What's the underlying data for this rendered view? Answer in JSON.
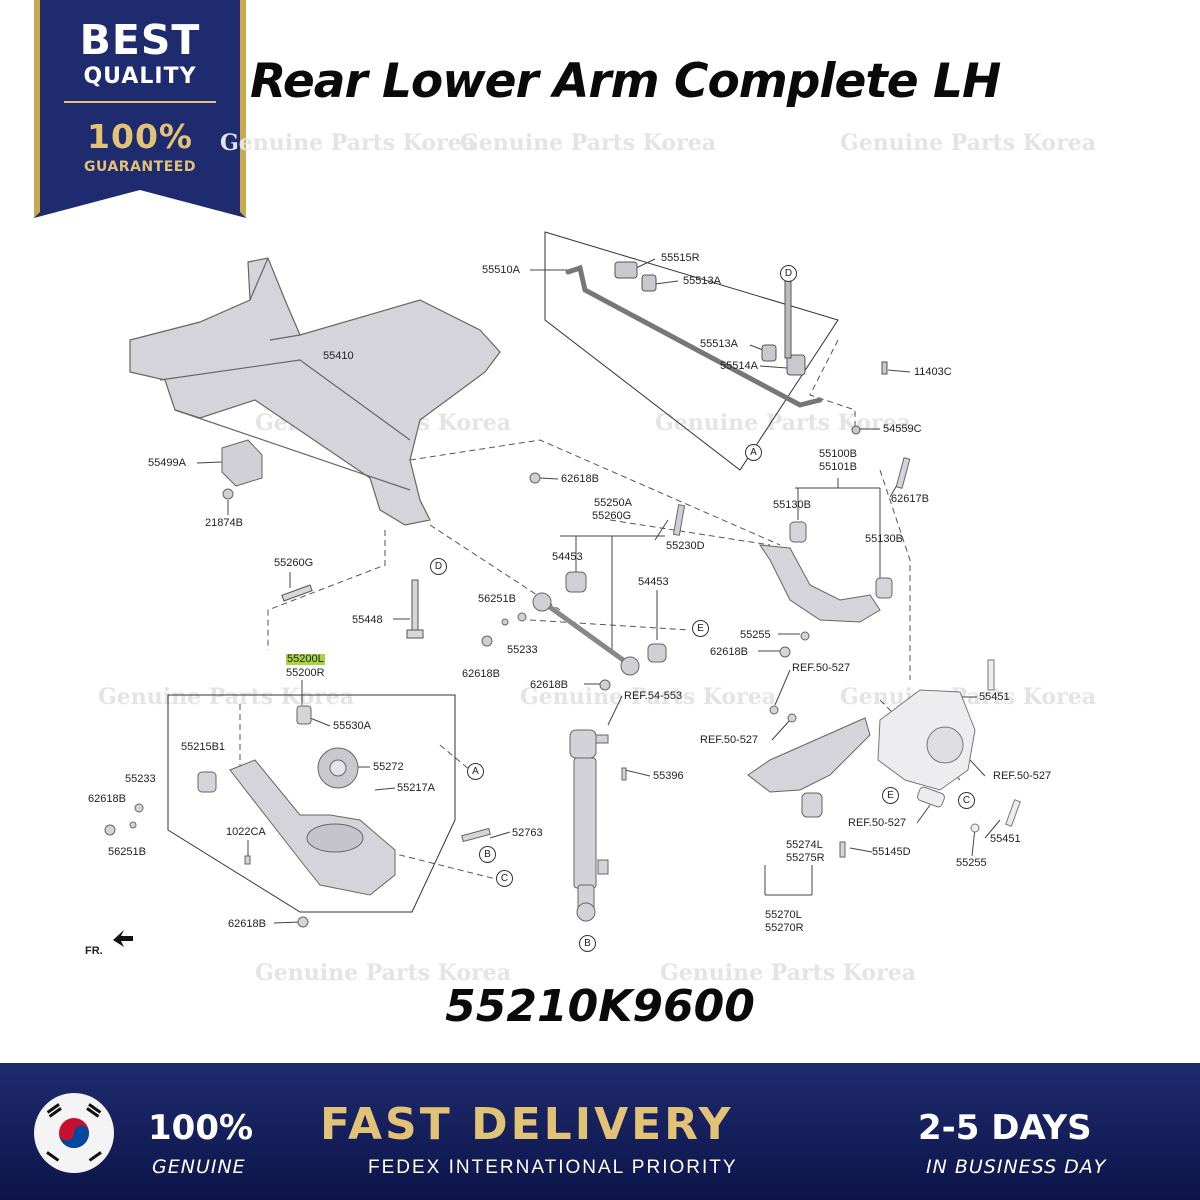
{
  "badge": {
    "line1": "BEST",
    "line2": "QUALITY",
    "line3": "100%",
    "line4": "GUARANTEED"
  },
  "title": "Rear Lower Arm Complete LH",
  "watermark": "Genuine Parts Korea",
  "part_number": "55210K9600",
  "callouts": [
    "55510A",
    "55515R",
    "55513A",
    "55513A",
    "55514A",
    "11403C",
    "54559C",
    "55410",
    "55499A",
    "21874B",
    "62618B",
    "55100B",
    "55101B",
    "62617B",
    "55130B",
    "55130B",
    "55250A",
    "55260G",
    "55230D",
    "54453",
    "54453",
    "55260G",
    "56251B",
    "55233",
    "62618B",
    "55448",
    "55255",
    "62618B",
    "62618B",
    "REF.54-553",
    "55200L",
    "55200R",
    "55530A",
    "REF.50-527",
    "REF.50-527",
    "55451",
    "55215B1",
    "55272",
    "55233",
    "55217A",
    "55396",
    "62618B",
    "56251B",
    "1022CA",
    "52763",
    "REF.50-527",
    "REF.50-527",
    "55274L",
    "55275R",
    "55145D",
    "55451",
    "55255",
    "62618B",
    "55270L",
    "55270R",
    "FR."
  ],
  "markers": [
    "D",
    "D",
    "A",
    "E",
    "A",
    "E",
    "C",
    "B",
    "C",
    "B"
  ],
  "footer": {
    "genuine_big": "100%",
    "genuine_small": "GENUINE",
    "delivery_big": "FAST DELIVERY",
    "delivery_small": "FEDEX INTERNATIONAL PRIORITY",
    "days_big": "2-5 DAYS",
    "days_small": "IN BUSINESS DAY"
  },
  "colors": {
    "navy": "#1f2b6f",
    "gold": "#e2c275",
    "highlight": "#a8d642"
  }
}
